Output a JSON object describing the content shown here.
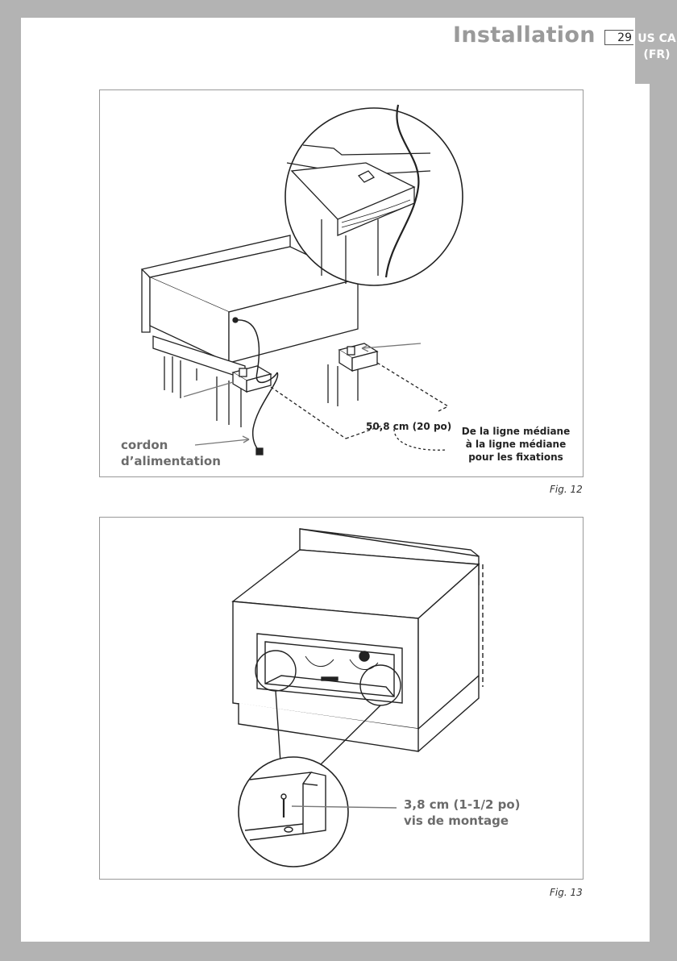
{
  "header": {
    "title": "Installation",
    "page_number": "29",
    "region_line1": "US CA",
    "region_line2": "(FR)"
  },
  "figure12": {
    "caption": "Fig. 12",
    "cord_label_line1": "cordon",
    "cord_label_line2": "d’alimentation",
    "distance_label": "50,8 cm (20 po)",
    "center_line1": "De la ligne médiane",
    "center_line2": "à la ligne médiane",
    "center_line3": "pour les fixations"
  },
  "figure13": {
    "caption": "Fig. 13",
    "screw_label_line1": "3,8 cm (1-1/2 po)",
    "screw_label_line2": "vis de montage"
  }
}
